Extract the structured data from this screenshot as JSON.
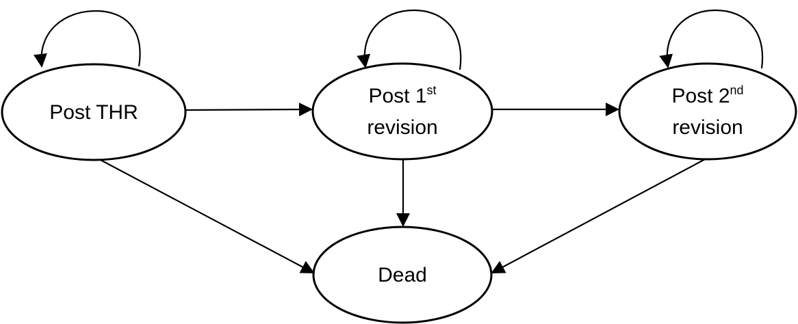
{
  "diagram": {
    "nodes": {
      "post_thr": {
        "text": "Post THR"
      },
      "post_1st": {
        "line1_main": "Post 1",
        "line1_sup": "st",
        "line2": "revision"
      },
      "post_2nd": {
        "line1_main": "Post 2",
        "line1_sup": "nd",
        "line2": "revision"
      },
      "dead": {
        "text": "Dead"
      }
    },
    "colors": {
      "stroke": "#000000",
      "fill": "#ffffff"
    }
  }
}
